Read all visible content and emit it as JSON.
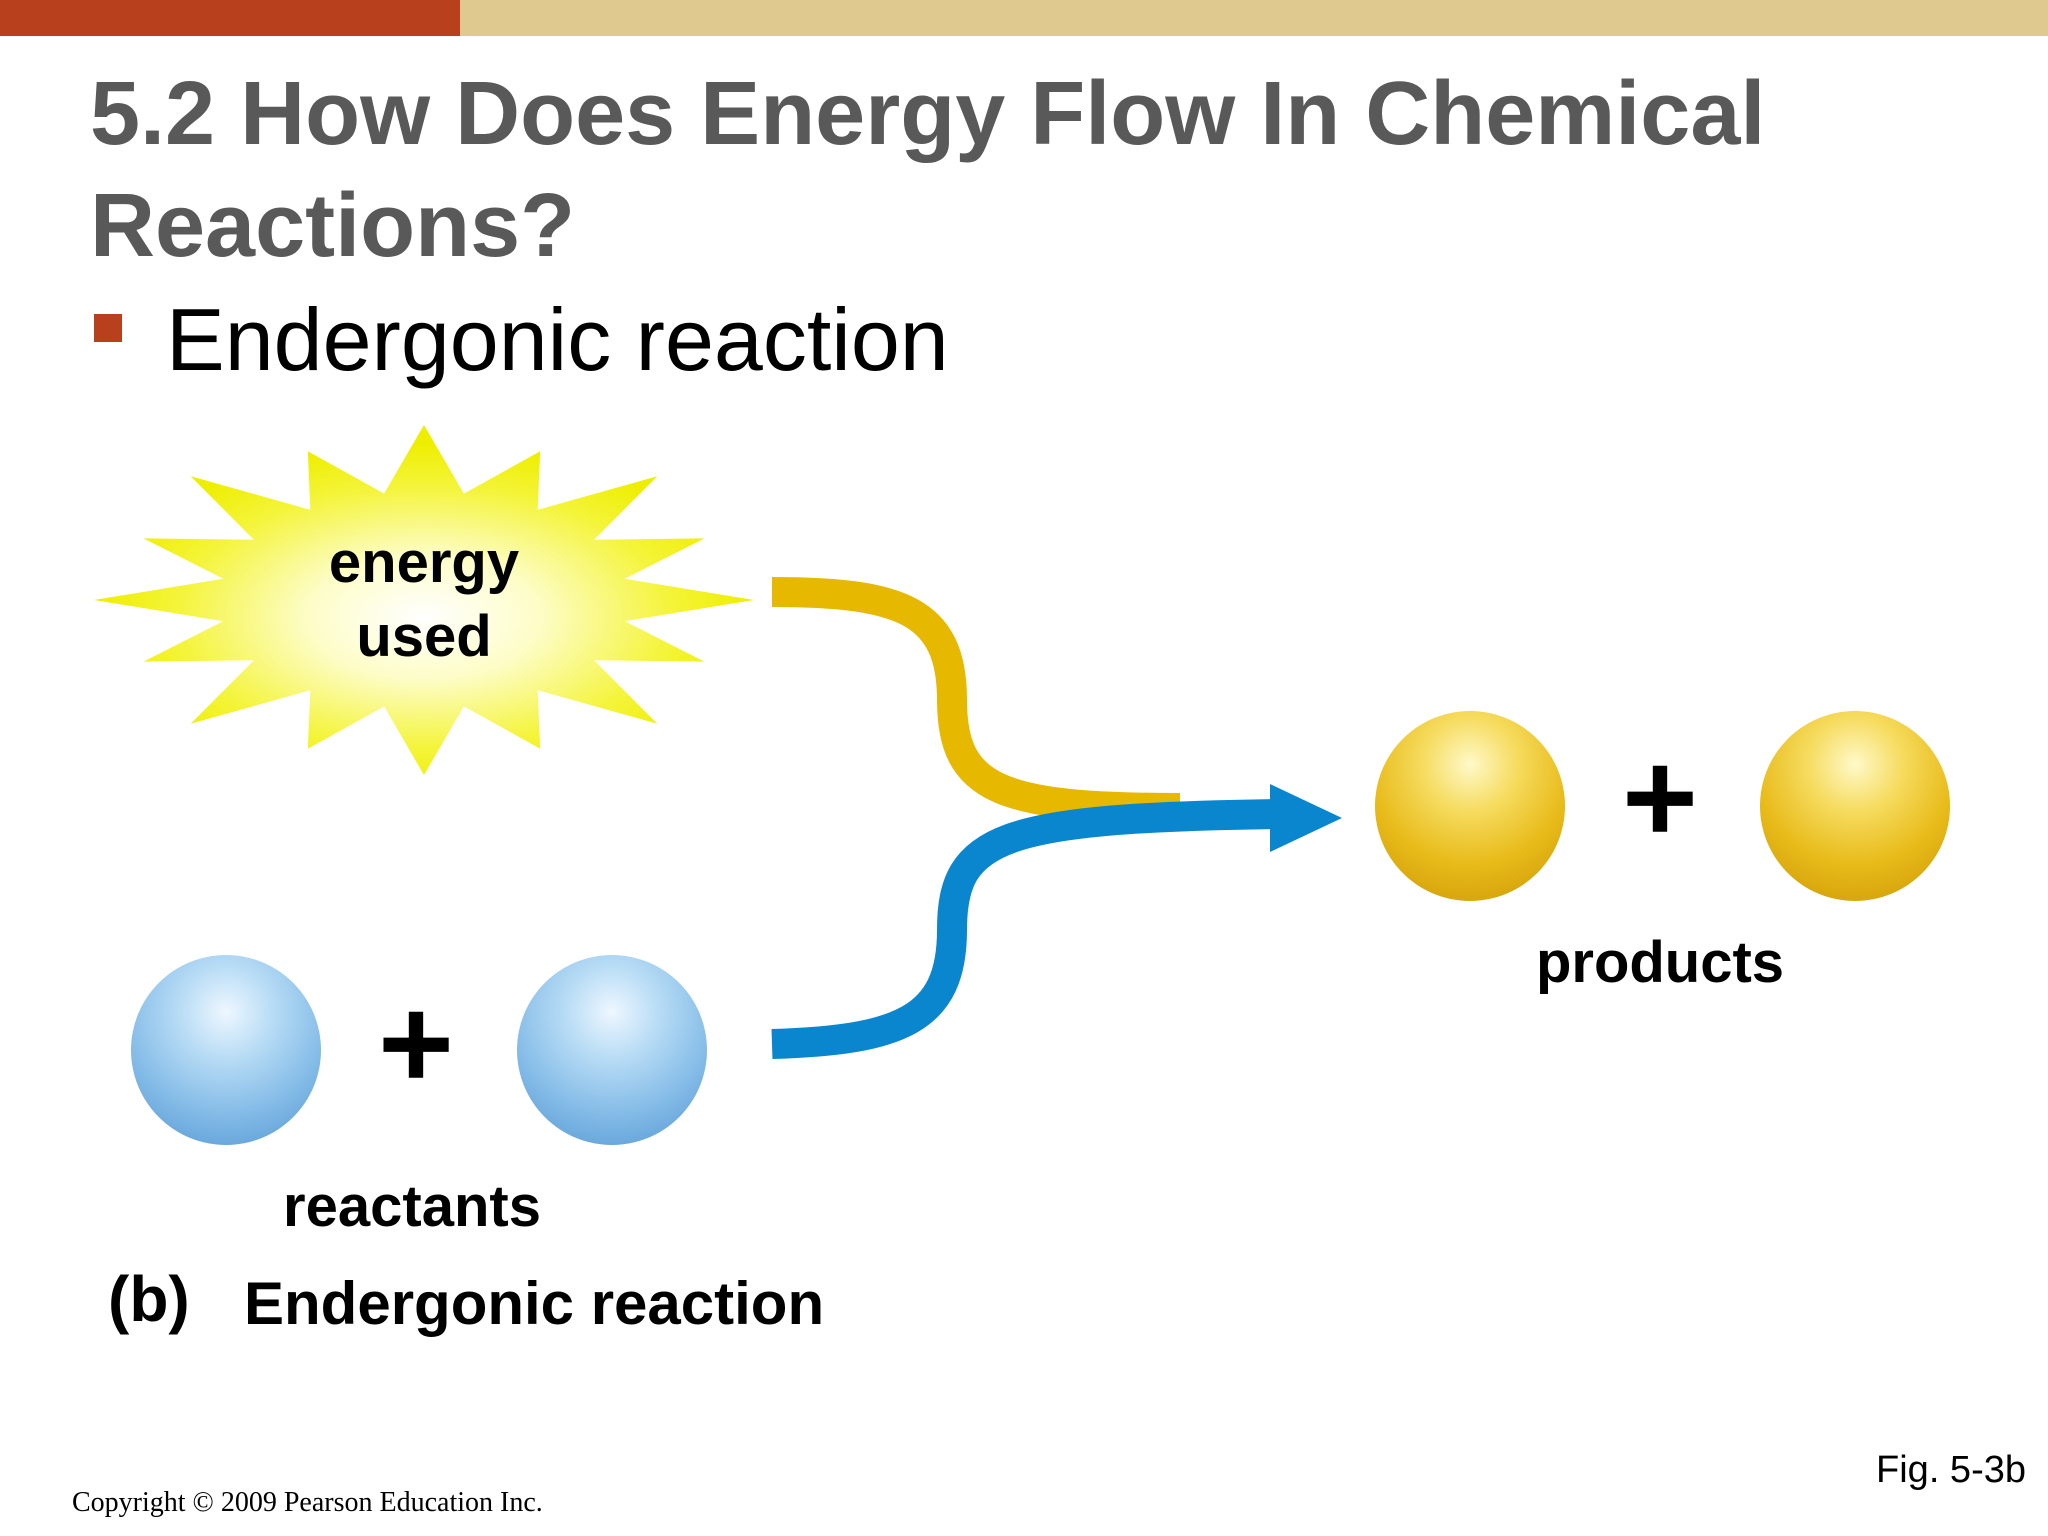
{
  "slide": {
    "title": "5.2 How Does Energy Flow In Chemical Reactions?",
    "bullet": "Endergonic reaction",
    "colors": {
      "accent_bar": "#b9401d",
      "top_bar": "#dfc98f",
      "title_text": "#595959",
      "energy_arrow": "#e6b800",
      "reactant_arrow": "#0a86cf",
      "reactant_sphere": "#8fc4ea",
      "product_sphere": "#e8bf1c",
      "burst": "#f2f20a"
    }
  },
  "diagram": {
    "energy_label_line1": "energy",
    "energy_label_line2": "used",
    "plus_reactants": "+",
    "plus_products": "+",
    "reactants_label": "reactants",
    "products_label": "products",
    "caption_letter": "(b)",
    "caption_text": "Endergonic reaction",
    "icons": [
      "energy-burst-icon",
      "reactant-sphere-icon",
      "product-sphere-icon",
      "arrow-icon"
    ]
  },
  "footer": {
    "figure_ref": "Fig. 5-3b",
    "copyright": "Copyright © 2009 Pearson Education Inc."
  }
}
